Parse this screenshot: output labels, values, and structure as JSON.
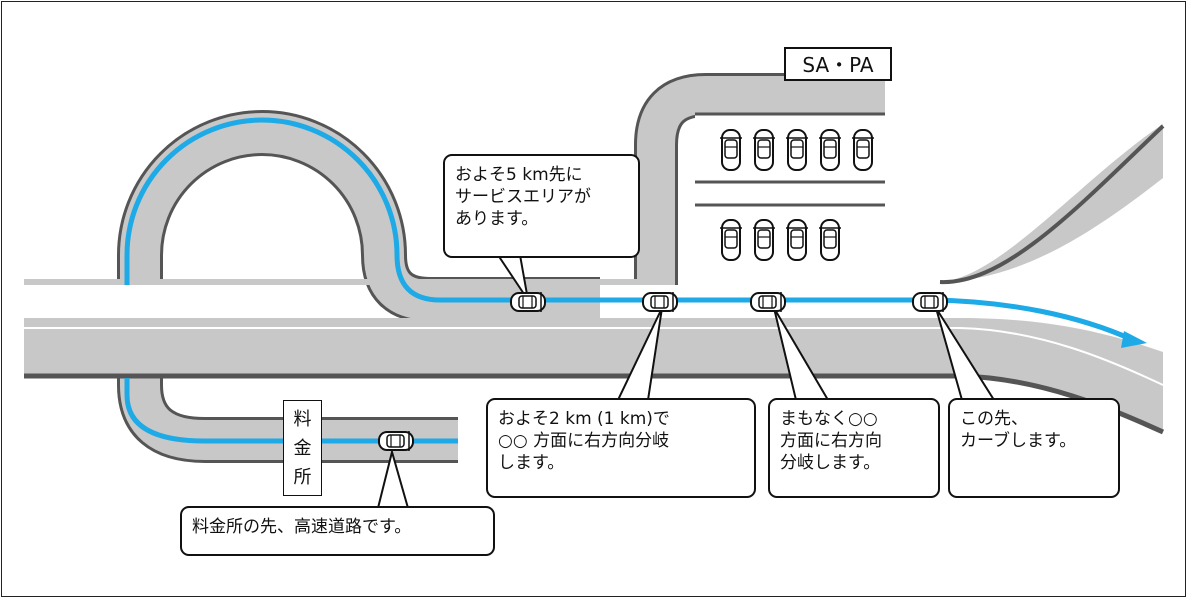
{
  "sapa_label": "SA・PA",
  "tollgate_label": "料\n金\n所",
  "callouts": [
    {
      "id": "service-area",
      "text": "およそ5 km先に\nサービスエリアが\nあります。"
    },
    {
      "id": "branch-2km",
      "text": "およそ2 km (1 km)で\n○○ 方面に右方向分岐\nします。"
    },
    {
      "id": "branch-soon",
      "text": "まもなく○○\n方面に右方向\n分岐します。"
    },
    {
      "id": "curve",
      "text": "この先、\nカーブします。"
    },
    {
      "id": "tollgate",
      "text": "料金所の先、高速道路です。"
    }
  ],
  "colors": {
    "road": "#c8c8c8",
    "road_edge": "#555555",
    "route": "#1eaae6",
    "lane_line": "#ffffff",
    "border": "#222222"
  }
}
